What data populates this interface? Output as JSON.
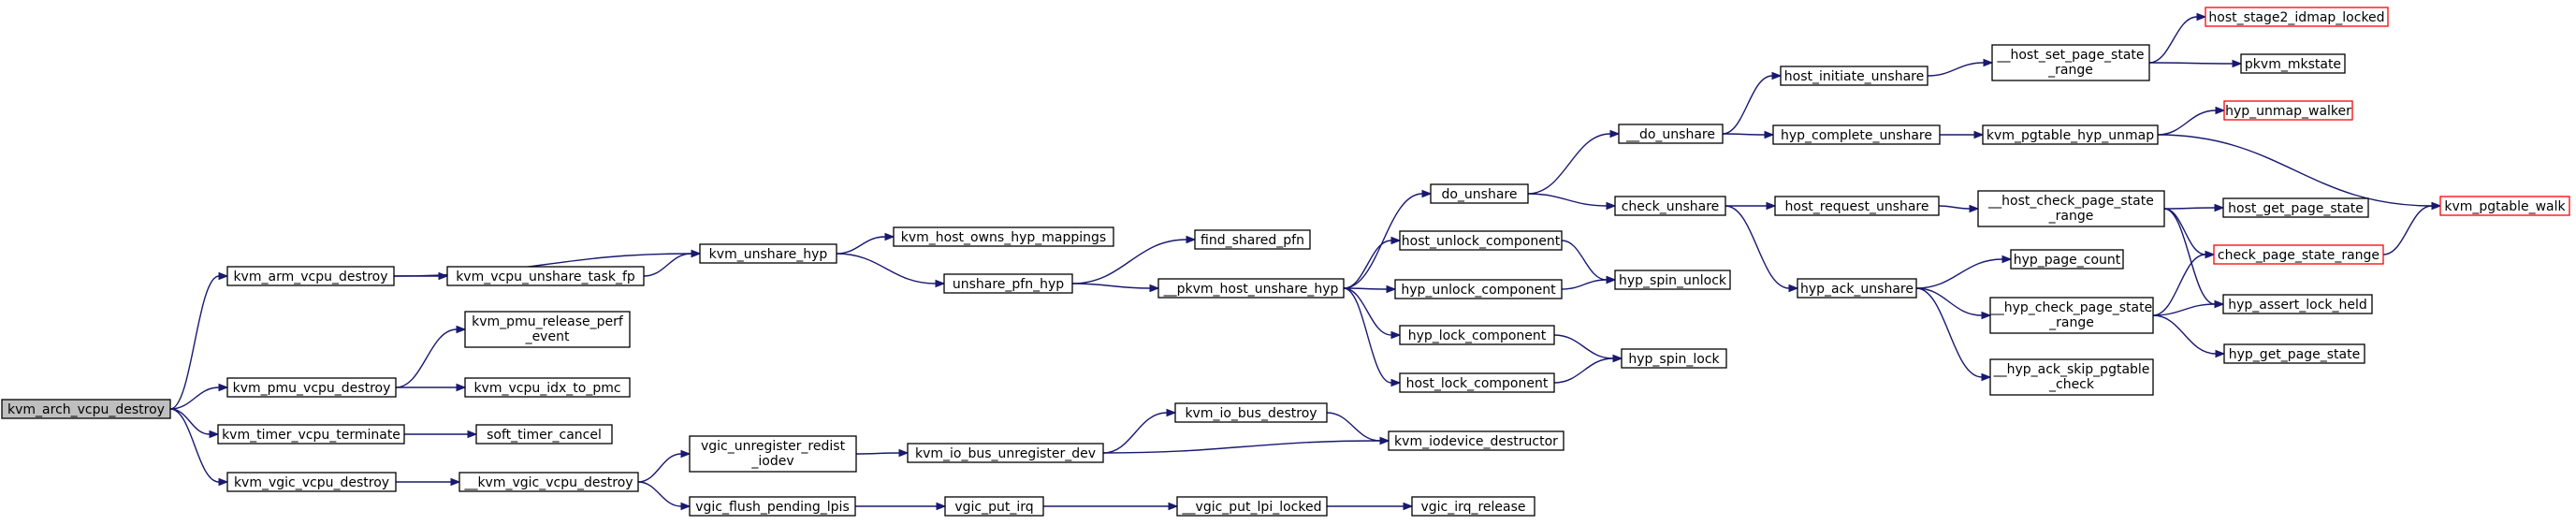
{
  "colors": {
    "edge": "#191970",
    "root_fill": "#bfbfbf",
    "node_fill": "#ffffff",
    "node_border": "#000000",
    "external_border": "#ff0000"
  },
  "nodes": [
    {
      "id": "kvm_arch_vcpu_destroy",
      "lines": [
        "kvm_arch_vcpu_destroy"
      ],
      "kind": "root"
    },
    {
      "id": "kvm_arm_vcpu_destroy",
      "lines": [
        "kvm_arm_vcpu_destroy"
      ],
      "kind": "normal"
    },
    {
      "id": "kvm_pmu_vcpu_destroy",
      "lines": [
        "kvm_pmu_vcpu_destroy"
      ],
      "kind": "normal"
    },
    {
      "id": "kvm_timer_vcpu_terminate",
      "lines": [
        "kvm_timer_vcpu_terminate"
      ],
      "kind": "normal"
    },
    {
      "id": "kvm_vgic_vcpu_destroy",
      "lines": [
        "kvm_vgic_vcpu_destroy"
      ],
      "kind": "normal"
    },
    {
      "id": "kvm_vcpu_unshare_task_fp",
      "lines": [
        "kvm_vcpu_unshare_task_fp"
      ],
      "kind": "normal"
    },
    {
      "id": "kvm_unshare_hyp",
      "lines": [
        "kvm_unshare_hyp"
      ],
      "kind": "normal"
    },
    {
      "id": "kvm_pmu_release_perf_event",
      "lines": [
        "kvm_pmu_release_perf",
        "_event"
      ],
      "kind": "normal"
    },
    {
      "id": "kvm_vcpu_idx_to_pmc",
      "lines": [
        "kvm_vcpu_idx_to_pmc"
      ],
      "kind": "normal"
    },
    {
      "id": "soft_timer_cancel",
      "lines": [
        "soft_timer_cancel"
      ],
      "kind": "normal"
    },
    {
      "id": "__kvm_vgic_vcpu_destroy",
      "lines": [
        "__kvm_vgic_vcpu_destroy"
      ],
      "kind": "normal"
    },
    {
      "id": "kvm_host_owns_hyp_mappings",
      "lines": [
        "kvm_host_owns_hyp_mappings"
      ],
      "kind": "normal"
    },
    {
      "id": "unshare_pfn_hyp",
      "lines": [
        "unshare_pfn_hyp"
      ],
      "kind": "normal"
    },
    {
      "id": "vgic_unregister_redist_iodev",
      "lines": [
        "vgic_unregister_redist",
        "_iodev"
      ],
      "kind": "normal"
    },
    {
      "id": "vgic_flush_pending_lpis",
      "lines": [
        "vgic_flush_pending_lpis"
      ],
      "kind": "normal"
    },
    {
      "id": "kvm_io_bus_unregister_dev",
      "lines": [
        "kvm_io_bus_unregister_dev"
      ],
      "kind": "normal"
    },
    {
      "id": "vgic_put_irq",
      "lines": [
        "vgic_put_irq"
      ],
      "kind": "normal"
    },
    {
      "id": "find_shared_pfn",
      "lines": [
        "find_shared_pfn"
      ],
      "kind": "normal"
    },
    {
      "id": "__pkvm_host_unshare_hyp",
      "lines": [
        "__pkvm_host_unshare_hyp"
      ],
      "kind": "normal"
    },
    {
      "id": "kvm_io_bus_destroy",
      "lines": [
        "kvm_io_bus_destroy"
      ],
      "kind": "normal"
    },
    {
      "id": "__vgic_put_lpi_locked",
      "lines": [
        "__vgic_put_lpi_locked"
      ],
      "kind": "normal"
    },
    {
      "id": "do_unshare",
      "lines": [
        "do_unshare"
      ],
      "kind": "normal"
    },
    {
      "id": "host_unlock_component",
      "lines": [
        "host_unlock_component"
      ],
      "kind": "normal"
    },
    {
      "id": "hyp_unlock_component",
      "lines": [
        "hyp_unlock_component"
      ],
      "kind": "normal"
    },
    {
      "id": "hyp_lock_component",
      "lines": [
        "hyp_lock_component"
      ],
      "kind": "normal"
    },
    {
      "id": "host_lock_component",
      "lines": [
        "host_lock_component"
      ],
      "kind": "normal"
    },
    {
      "id": "kvm_iodevice_destructor",
      "lines": [
        "kvm_iodevice_destructor"
      ],
      "kind": "normal"
    },
    {
      "id": "vgic_irq_release",
      "lines": [
        "vgic_irq_release"
      ],
      "kind": "normal"
    },
    {
      "id": "__do_unshare",
      "lines": [
        "__do_unshare"
      ],
      "kind": "normal"
    },
    {
      "id": "check_unshare",
      "lines": [
        "check_unshare"
      ],
      "kind": "normal"
    },
    {
      "id": "hyp_spin_unlock",
      "lines": [
        "hyp_spin_unlock"
      ],
      "kind": "normal"
    },
    {
      "id": "hyp_spin_lock",
      "lines": [
        "hyp_spin_lock"
      ],
      "kind": "normal"
    },
    {
      "id": "host_initiate_unshare",
      "lines": [
        "host_initiate_unshare"
      ],
      "kind": "normal"
    },
    {
      "id": "hyp_complete_unshare",
      "lines": [
        "hyp_complete_unshare"
      ],
      "kind": "normal"
    },
    {
      "id": "host_request_unshare",
      "lines": [
        "host_request_unshare"
      ],
      "kind": "normal"
    },
    {
      "id": "hyp_ack_unshare",
      "lines": [
        "hyp_ack_unshare"
      ],
      "kind": "normal"
    },
    {
      "id": "__host_set_page_state_range",
      "lines": [
        "__host_set_page_state",
        "_range"
      ],
      "kind": "normal"
    },
    {
      "id": "kvm_pgtable_hyp_unmap",
      "lines": [
        "kvm_pgtable_hyp_unmap"
      ],
      "kind": "normal"
    },
    {
      "id": "__host_check_page_state_range",
      "lines": [
        "__host_check_page_state",
        "_range"
      ],
      "kind": "normal"
    },
    {
      "id": "hyp_page_count",
      "lines": [
        "hyp_page_count"
      ],
      "kind": "normal"
    },
    {
      "id": "__hyp_check_page_state_range",
      "lines": [
        "__hyp_check_page_state",
        "_range"
      ],
      "kind": "normal"
    },
    {
      "id": "__hyp_ack_skip_pgtable_check",
      "lines": [
        "__hyp_ack_skip_pgtable",
        "_check"
      ],
      "kind": "normal"
    },
    {
      "id": "host_stage2_idmap_locked",
      "lines": [
        "host_stage2_idmap_locked"
      ],
      "kind": "external"
    },
    {
      "id": "pkvm_mkstate",
      "lines": [
        "pkvm_mkstate"
      ],
      "kind": "normal"
    },
    {
      "id": "hyp_unmap_walker",
      "lines": [
        "hyp_unmap_walker"
      ],
      "kind": "external"
    },
    {
      "id": "host_get_page_state",
      "lines": [
        "host_get_page_state"
      ],
      "kind": "normal"
    },
    {
      "id": "check_page_state_range",
      "lines": [
        "check_page_state_range"
      ],
      "kind": "external"
    },
    {
      "id": "hyp_assert_lock_held",
      "lines": [
        "hyp_assert_lock_held"
      ],
      "kind": "normal"
    },
    {
      "id": "hyp_get_page_state",
      "lines": [
        "hyp_get_page_state"
      ],
      "kind": "normal"
    },
    {
      "id": "kvm_pgtable_walk",
      "lines": [
        "kvm_pgtable_walk"
      ],
      "kind": "external"
    }
  ],
  "edges": [
    [
      "kvm_arch_vcpu_destroy",
      "kvm_arm_vcpu_destroy"
    ],
    [
      "kvm_arch_vcpu_destroy",
      "kvm_pmu_vcpu_destroy"
    ],
    [
      "kvm_arch_vcpu_destroy",
      "kvm_timer_vcpu_terminate"
    ],
    [
      "kvm_arch_vcpu_destroy",
      "kvm_vgic_vcpu_destroy"
    ],
    [
      "kvm_arm_vcpu_destroy",
      "kvm_unshare_hyp"
    ],
    [
      "kvm_arm_vcpu_destroy",
      "kvm_vcpu_unshare_task_fp"
    ],
    [
      "kvm_vcpu_unshare_task_fp",
      "kvm_unshare_hyp"
    ],
    [
      "kvm_unshare_hyp",
      "kvm_host_owns_hyp_mappings"
    ],
    [
      "kvm_unshare_hyp",
      "unshare_pfn_hyp"
    ],
    [
      "unshare_pfn_hyp",
      "find_shared_pfn"
    ],
    [
      "unshare_pfn_hyp",
      "__pkvm_host_unshare_hyp"
    ],
    [
      "__pkvm_host_unshare_hyp",
      "do_unshare"
    ],
    [
      "__pkvm_host_unshare_hyp",
      "host_unlock_component"
    ],
    [
      "__pkvm_host_unshare_hyp",
      "hyp_unlock_component"
    ],
    [
      "__pkvm_host_unshare_hyp",
      "hyp_lock_component"
    ],
    [
      "__pkvm_host_unshare_hyp",
      "host_lock_component"
    ],
    [
      "do_unshare",
      "__do_unshare"
    ],
    [
      "do_unshare",
      "check_unshare"
    ],
    [
      "host_unlock_component",
      "hyp_spin_unlock"
    ],
    [
      "hyp_unlock_component",
      "hyp_spin_unlock"
    ],
    [
      "hyp_lock_component",
      "hyp_spin_lock"
    ],
    [
      "host_lock_component",
      "hyp_spin_lock"
    ],
    [
      "__do_unshare",
      "host_initiate_unshare"
    ],
    [
      "__do_unshare",
      "hyp_complete_unshare"
    ],
    [
      "check_unshare",
      "host_request_unshare"
    ],
    [
      "check_unshare",
      "hyp_ack_unshare"
    ],
    [
      "host_initiate_unshare",
      "__host_set_page_state_range"
    ],
    [
      "__host_set_page_state_range",
      "host_stage2_idmap_locked"
    ],
    [
      "__host_set_page_state_range",
      "pkvm_mkstate"
    ],
    [
      "hyp_complete_unshare",
      "kvm_pgtable_hyp_unmap"
    ],
    [
      "kvm_pgtable_hyp_unmap",
      "hyp_unmap_walker"
    ],
    [
      "kvm_pgtable_hyp_unmap",
      "kvm_pgtable_walk"
    ],
    [
      "host_request_unshare",
      "__host_check_page_state_range"
    ],
    [
      "__host_check_page_state_range",
      "host_get_page_state"
    ],
    [
      "__host_check_page_state_range",
      "check_page_state_range"
    ],
    [
      "__host_check_page_state_range",
      "hyp_assert_lock_held"
    ],
    [
      "check_page_state_range",
      "kvm_pgtable_walk"
    ],
    [
      "hyp_ack_unshare",
      "hyp_page_count"
    ],
    [
      "hyp_ack_unshare",
      "__hyp_check_page_state_range"
    ],
    [
      "hyp_ack_unshare",
      "__hyp_ack_skip_pgtable_check"
    ],
    [
      "__hyp_check_page_state_range",
      "check_page_state_range"
    ],
    [
      "__hyp_check_page_state_range",
      "hyp_assert_lock_held"
    ],
    [
      "__hyp_check_page_state_range",
      "hyp_get_page_state"
    ],
    [
      "kvm_pmu_vcpu_destroy",
      "kvm_pmu_release_perf_event"
    ],
    [
      "kvm_pmu_vcpu_destroy",
      "kvm_vcpu_idx_to_pmc"
    ],
    [
      "kvm_timer_vcpu_terminate",
      "soft_timer_cancel"
    ],
    [
      "kvm_vgic_vcpu_destroy",
      "__kvm_vgic_vcpu_destroy"
    ],
    [
      "__kvm_vgic_vcpu_destroy",
      "vgic_unregister_redist_iodev"
    ],
    [
      "__kvm_vgic_vcpu_destroy",
      "vgic_flush_pending_lpis"
    ],
    [
      "vgic_unregister_redist_iodev",
      "kvm_io_bus_unregister_dev"
    ],
    [
      "kvm_io_bus_unregister_dev",
      "kvm_io_bus_destroy"
    ],
    [
      "kvm_io_bus_unregister_dev",
      "kvm_iodevice_destructor"
    ],
    [
      "kvm_io_bus_destroy",
      "kvm_iodevice_destructor"
    ],
    [
      "vgic_flush_pending_lpis",
      "vgic_put_irq"
    ],
    [
      "vgic_put_irq",
      "__vgic_put_lpi_locked"
    ],
    [
      "__vgic_put_lpi_locked",
      "vgic_irq_release"
    ]
  ]
}
